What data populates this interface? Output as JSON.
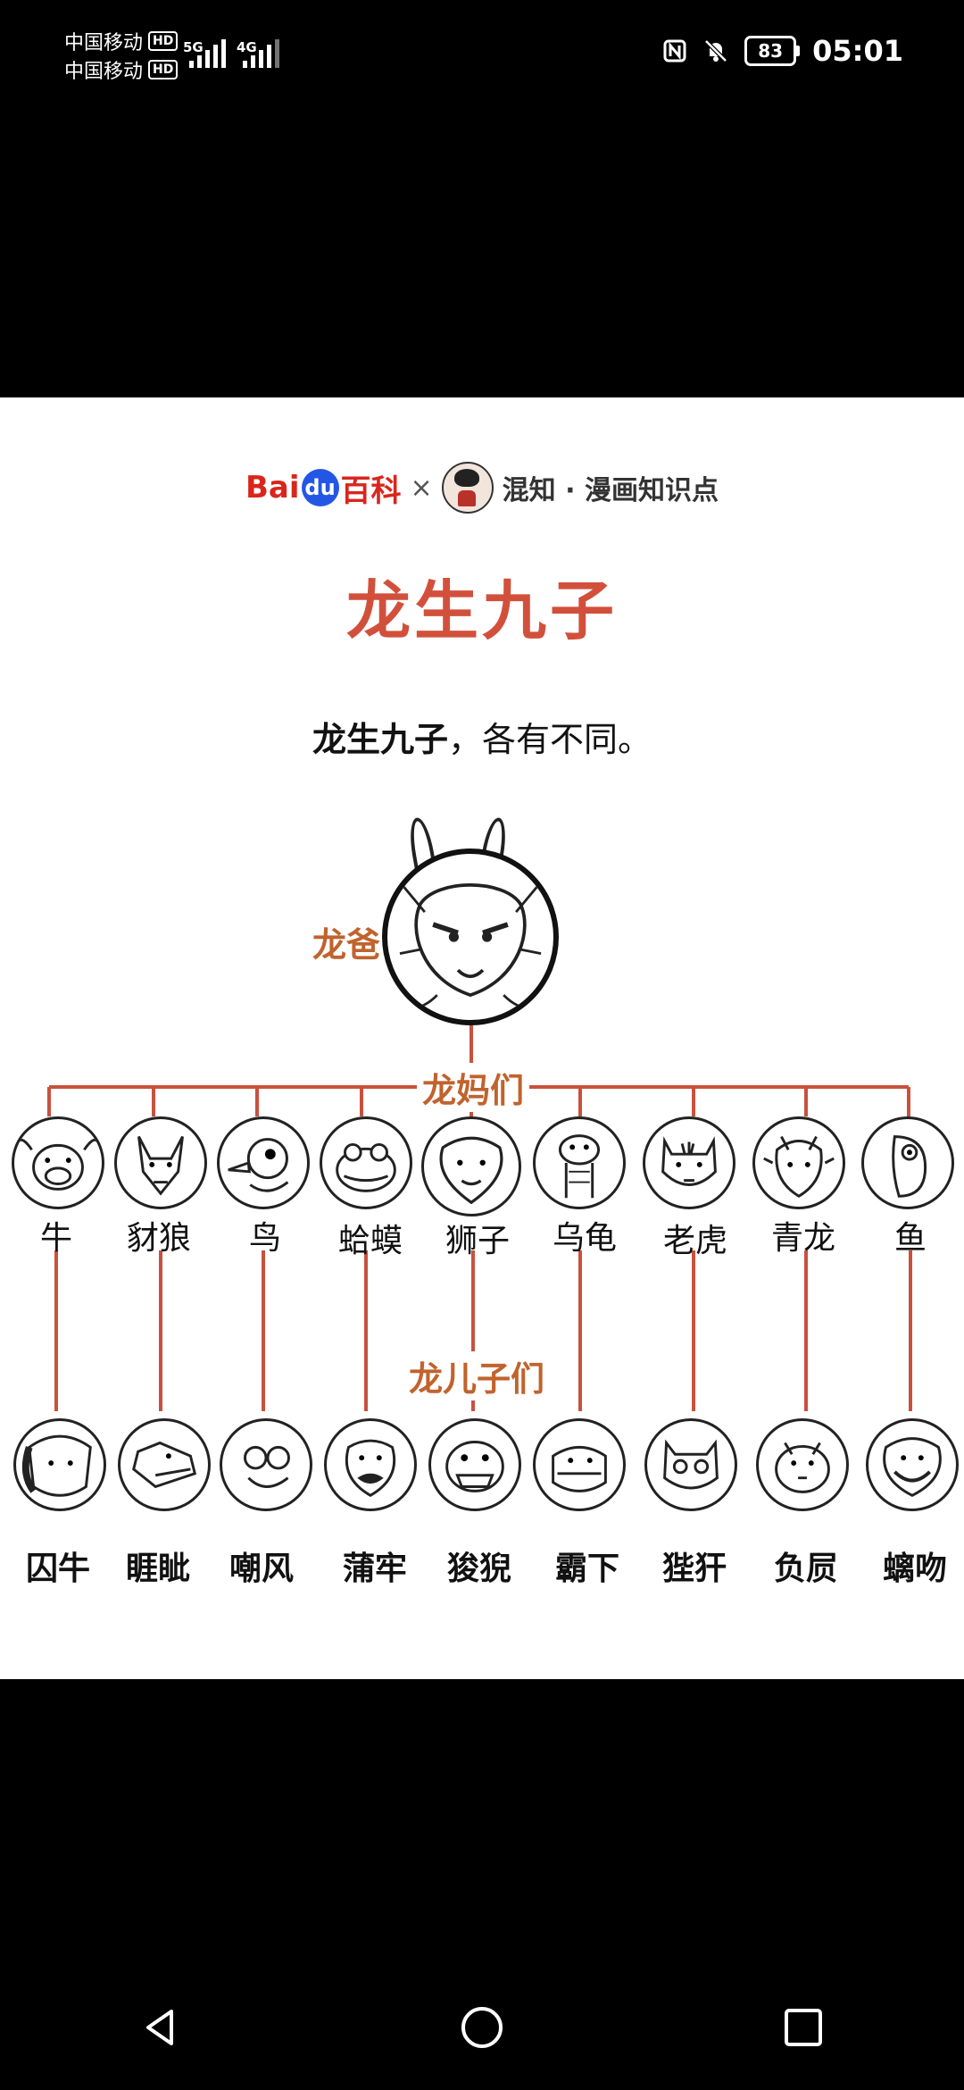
{
  "status_bar": {
    "carrier_1": "中国移动",
    "carrier_2": "中国移动",
    "hd_label": "HD",
    "net_1": "5G",
    "net_2": "4G",
    "battery": "83",
    "time": "05:01"
  },
  "header": {
    "brand_prefix": "Bai",
    "brand_du": "du",
    "brand_suffix": "百科",
    "times": "×",
    "partner": "混知 · 漫画知识点",
    "mascot_caption": "混知"
  },
  "article": {
    "title": "龙生九子",
    "subtitle_bold": "龙生九子",
    "subtitle_rest": "，各有不同。",
    "father_label": "龙爸",
    "mothers_label": "龙妈们",
    "sons_label": "龙儿子们",
    "mothers": [
      "牛",
      "豺狼",
      "鸟",
      "蛤蟆",
      "狮子",
      "乌龟",
      "老虎",
      "青龙",
      "鱼"
    ],
    "sons": [
      "囚牛",
      "睚眦",
      "嘲风",
      "蒲牢",
      "狻猊",
      "霸下",
      "狴犴",
      "负屃",
      "螭吻"
    ]
  },
  "colors": {
    "title_red": "#d2503b",
    "label_orange": "#c0632d",
    "line_red": "#c9513d"
  },
  "nav": {
    "back_icon": "back-triangle-icon",
    "home_icon": "home-circle-icon",
    "recent_icon": "recent-square-icon"
  }
}
